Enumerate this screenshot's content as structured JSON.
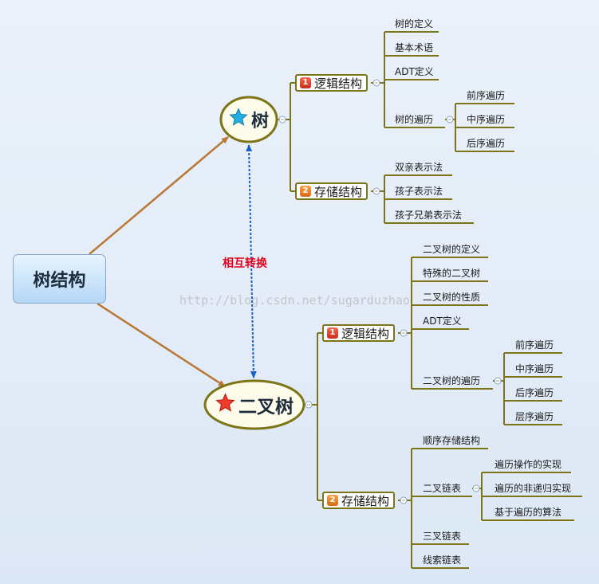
{
  "root": "树结构",
  "conversion": "相互转换",
  "watermark": "http://blog.csdn.net/sugarduzhao",
  "tree": {
    "title": "树",
    "logic": {
      "num": "1",
      "label": "逻辑结构",
      "items": [
        "树的定义",
        "基本术语",
        "ADT定义",
        "树的遍历"
      ],
      "traversal": [
        "前序遍历",
        "中序遍历",
        "后序遍历"
      ]
    },
    "storage": {
      "num": "2",
      "label": "存储结构",
      "items": [
        "双亲表示法",
        "孩子表示法",
        "孩子兄弟表示法"
      ]
    }
  },
  "bintree": {
    "title": "二叉树",
    "logic": {
      "num": "1",
      "label": "逻辑结构",
      "items": [
        "二叉树的定义",
        "特殊的二叉树",
        "二叉树的性质",
        "ADT定义",
        "二叉树的遍历"
      ],
      "traversal": [
        "前序遍历",
        "中序遍历",
        "后序遍历",
        "层序遍历"
      ]
    },
    "storage": {
      "num": "2",
      "label": "存储结构",
      "items": [
        "顺序存储结构",
        "二叉链表",
        "三叉链表",
        "线索链表"
      ],
      "linked": [
        "遍历操作的实现",
        "遍历的非递归实现",
        "基于遍历的算法"
      ]
    }
  },
  "colors": {
    "branch": "#7d7418",
    "arrow": "#b87833",
    "link": "#1a5fc8",
    "hub_fill": "#fdfbea",
    "collapse": "#8aa0bb"
  }
}
